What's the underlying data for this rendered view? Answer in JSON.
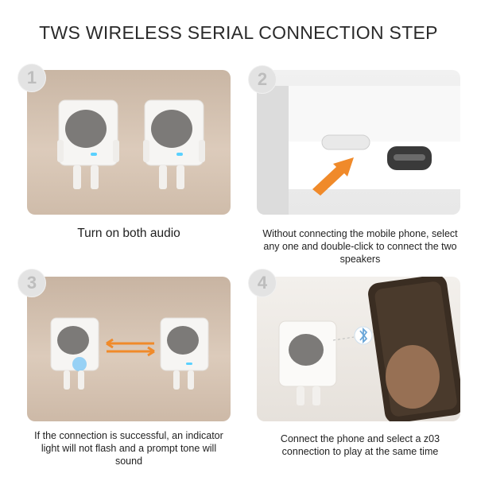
{
  "title": "TWS WIRELESS SERIAL CONNECTION STEP",
  "steps": [
    {
      "number": "1",
      "caption": "Turn on both audio"
    },
    {
      "number": "2",
      "caption": "Without connecting the mobile phone, select any one and double-click to connect the two speakers"
    },
    {
      "number": "3",
      "caption": "If the connection is successful, an indicator light will not flash and a prompt tone will sound"
    },
    {
      "number": "4",
      "caption": "Connect the phone and select a z03 connection to play at the same time"
    }
  ],
  "colors": {
    "arrow": "#f08a2a",
    "indicator": "#5ad1ff",
    "bluetooth": "#6aa6d8"
  },
  "icons": [
    "bluetooth-icon"
  ]
}
